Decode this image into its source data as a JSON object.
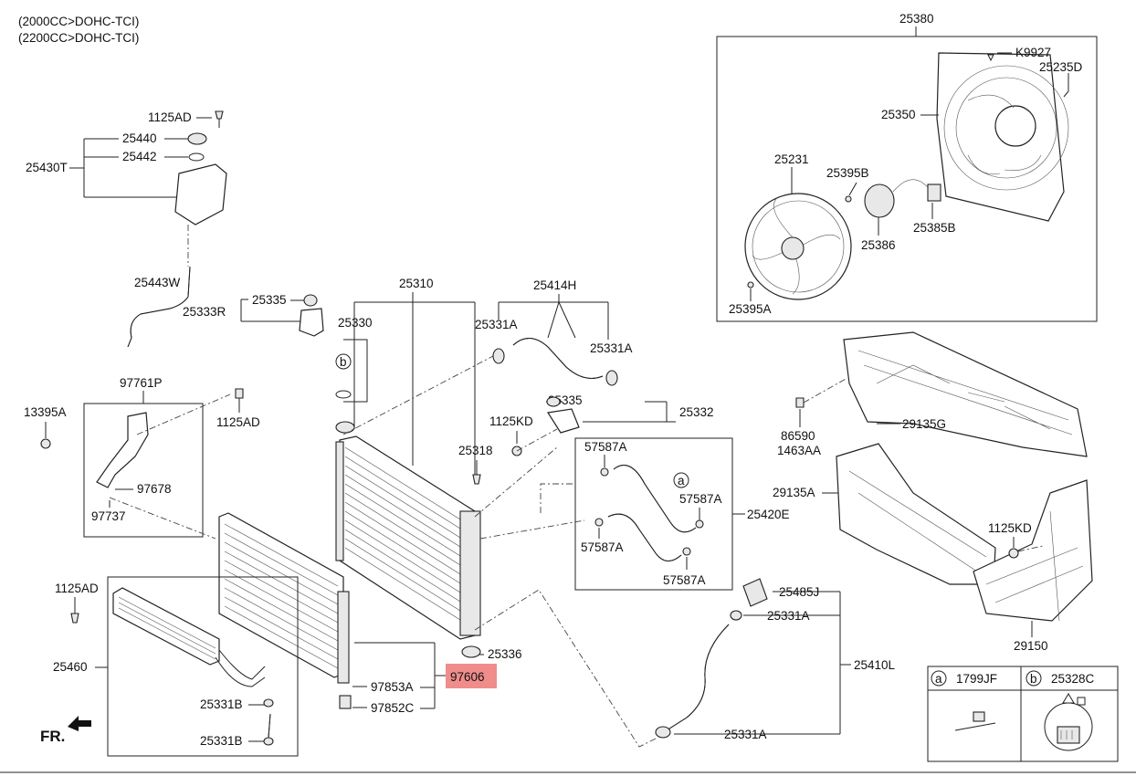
{
  "header": {
    "engine_1": "(2000CC>DOHC-TCI)",
    "engine_2": "(2200CC>DOHC-TCI)"
  },
  "labels": {
    "l25380": "25380",
    "lK9927": "K9927",
    "l25235D": "25235D",
    "l25350": "25350",
    "l25231": "25231",
    "l25395B": "25395B",
    "l25386": "25386",
    "l25385B": "25385B",
    "l25395A": "25395A",
    "l1125AD_top": "1125AD",
    "l25440": "25440",
    "l25442": "25442",
    "l25430T": "25430T",
    "l25443W": "25443W",
    "l25335_a": "25335",
    "l25333R": "25333R",
    "l25330": "25330",
    "l25310": "25310",
    "l25414H": "25414H",
    "l25331A_1": "25331A",
    "l25331A_2": "25331A",
    "l97761P": "97761P",
    "l13395A": "13395A",
    "l1125AD_mid": "1125AD",
    "l97678": "97678",
    "l97737": "97737",
    "l25335_b": "25335",
    "l25332": "25332",
    "l1125KD_a": "1125KD",
    "l25318": "25318",
    "l57587A_1": "57587A",
    "l57587A_2": "57587A",
    "l57587A_3": "57587A",
    "l57587A_4": "57587A",
    "l25420E": "25420E",
    "l86590": "86590",
    "l1463AA": "1463AA",
    "l29135G": "29135G",
    "l29135A": "29135A",
    "l1125KD_b": "1125KD",
    "l29150": "29150",
    "l1125AD_low": "1125AD",
    "l25460": "25460",
    "l25331B_1": "25331B",
    "l25331B_2": "25331B",
    "l25336": "25336",
    "l97606": "97606",
    "l97853A": "97853A",
    "l97852C": "97852C",
    "l25485J": "25485J",
    "l25331A_3": "25331A",
    "l25410L": "25410L",
    "l25331A_4": "25331A",
    "fr": "FR."
  },
  "legend": {
    "a_letter": "a",
    "a_code": "1799JF",
    "b_letter": "b",
    "b_code": "25328C"
  },
  "highlight_color": "#f08c8c"
}
